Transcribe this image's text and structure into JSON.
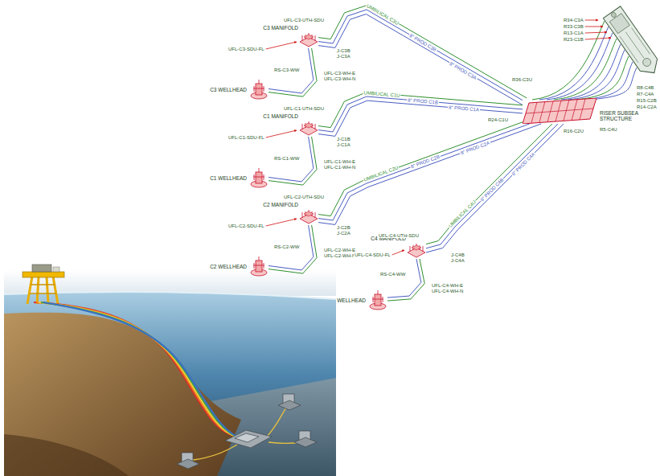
{
  "diagram": {
    "nodes": [
      {
        "text": [
          "C3 MANIFOLD"
        ]
      },
      {
        "text": [
          "C3 WELLHEAD"
        ]
      },
      {
        "text": [
          "C1 MANIFOLD"
        ]
      },
      {
        "text": [
          "C1 WELLHEAD"
        ]
      },
      {
        "text": [
          "C2 MANIFOLD"
        ]
      },
      {
        "text": [
          "C2 WELLHEAD"
        ]
      },
      {
        "text": [
          "C4 MANIFOLD"
        ]
      },
      {
        "text": [
          "WELLHEAD"
        ]
      },
      {
        "text": [
          "RISER SUBSEA STRUCTURE"
        ]
      }
    ],
    "edges": [
      {
        "from": 0,
        "to": 8,
        "arrow": "none",
        "label": "UMBILICAL C3U"
      },
      {
        "from": 0,
        "to": 8,
        "arrow": "none",
        "label": "8\" PROD C3B"
      },
      {
        "from": 0,
        "to": 8,
        "arrow": "none",
        "label": "8\" PROD C3A"
      },
      {
        "from": 0,
        "to": 1,
        "arrow": "none"
      },
      {
        "from": 2,
        "to": 8,
        "arrow": "none",
        "label": "UMBILICAL C1U"
      },
      {
        "from": 2,
        "to": 8,
        "arrow": "none",
        "label": "8\" PROD C1B"
      },
      {
        "from": 2,
        "to": 8,
        "arrow": "none",
        "label": "8\" PROD C1A"
      },
      {
        "from": 2,
        "to": 3,
        "arrow": "none"
      },
      {
        "from": 4,
        "to": 8,
        "arrow": "none",
        "label": "UMBILICAL C2U"
      },
      {
        "from": 4,
        "to": 8,
        "arrow": "none",
        "label": "8\" PROD C2B"
      },
      {
        "from": 4,
        "to": 8,
        "arrow": "none",
        "label": "8\" PROD C2A"
      },
      {
        "from": 4,
        "to": 5,
        "arrow": "none"
      },
      {
        "from": 6,
        "to": 8,
        "arrow": "none",
        "label": "UMBILICAL C4U"
      },
      {
        "from": 6,
        "to": 8,
        "arrow": "none",
        "label": "8\" PROD C4B"
      },
      {
        "from": 6,
        "to": 8,
        "arrow": "none",
        "label": "8\" PROD C4A"
      },
      {
        "from": 6,
        "to": 7,
        "arrow": "none"
      }
    ],
    "labels": [
      "UFL-C3-UTH-SDU",
      "UFL-C3-SDU-FL",
      "RS-C3-WW",
      "J-C3B",
      "J-C3A",
      "UFL-C3-WH-E",
      "UFL-C3-WH-N",
      "UFL-C1-UTH-SDU",
      "UFL-C1-SDU-FL",
      "RS-C1-WW",
      "J-C1B",
      "J-C1A",
      "UFL-C1-WH-E",
      "UFL-C1-WH-N",
      "UFL-C2-UTH-SDU",
      "UFL-C2-SDU-FL",
      "RS-C2-WW",
      "J-C2B",
      "J-C2A",
      "UFL-C2-WH-E",
      "UFL-C2-WH-N",
      "UFL-C4-UTH-SDU",
      "UFL-C4-SDU-FL",
      "RS-C4-WW",
      "J-C4B",
      "J-C4A",
      "UFL-C4-WH-E",
      "UFL-C4-WH-N",
      "R34-C3A",
      "R33-C3B",
      "R13-C1A",
      "R23-C1B",
      "R8-C4B",
      "R7-C4A",
      "R15-C2B",
      "R14-C2A",
      "R36-C3U",
      "R24-C1U",
      "R16-C2U",
      "R5-C4U"
    ]
  }
}
